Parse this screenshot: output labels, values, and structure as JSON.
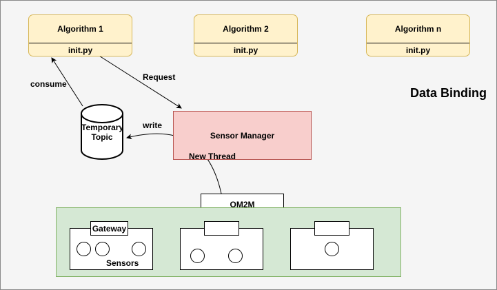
{
  "diagram": {
    "title": "Data Binding",
    "algorithms": [
      {
        "name": "Algorithm 1",
        "file": "init.py"
      },
      {
        "name": "Algorithm 2",
        "file": "init.py"
      },
      {
        "name": "Algorithm n",
        "file": "init.py"
      }
    ],
    "topic": {
      "line1": "Temporary",
      "line2": "Topic"
    },
    "sensor_manager": "Sensor Manager",
    "om2m": "OM2M",
    "gateway": "Gateway",
    "sensors": "Sensors",
    "edge_labels": {
      "consume": "consume",
      "request": "Request",
      "write": "write",
      "new_thread": "New Thread"
    },
    "colors": {
      "algorithm_fill": "#fff2cc",
      "algorithm_border": "#d6b656",
      "sensor_manager_fill": "#f8cecc",
      "sensor_manager_border": "#b85450",
      "sensor_area_fill": "#d5e8d4",
      "sensor_area_border": "#82b366"
    }
  }
}
